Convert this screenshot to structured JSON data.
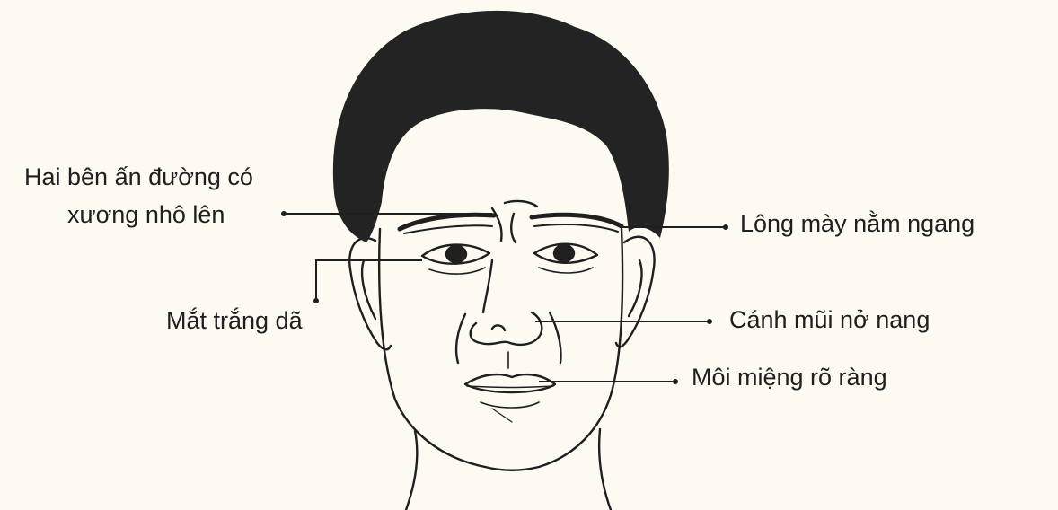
{
  "colors": {
    "background": "#fdfaf1",
    "ink": "#1f1f1f",
    "hair": "#232323"
  },
  "labels": {
    "ridge_line1": "Hai bên ấn đường có",
    "ridge_line2": "xương nhô lên",
    "eyebrows": "Lông mày nằm ngang",
    "eyes": "Mắt trắng dã",
    "nose": "Cánh mũi nở nang",
    "mouth": "Môi miệng rõ ràng"
  }
}
